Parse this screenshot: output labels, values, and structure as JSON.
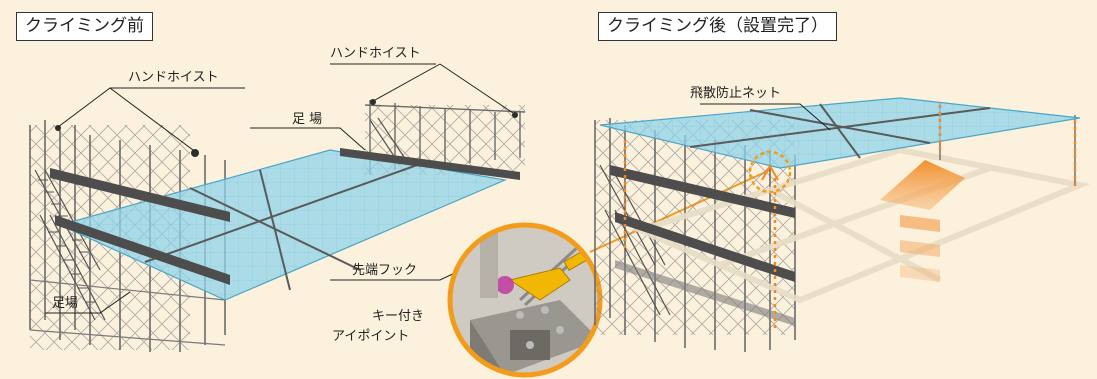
{
  "left_panel": {
    "title": "クライミング前",
    "labels": {
      "hand_hoist_left": "ハンドホイスト",
      "hand_hoist_right": "ハンドホイスト",
      "scaffold_top": "足 場",
      "scaffold_bottom": "足場",
      "tip_hook": "先端フック",
      "key_eyepoint_line1": "キー付き",
      "key_eyepoint_line2": "アイポイント"
    }
  },
  "right_panel": {
    "title": "クライミング後（設置完了）",
    "labels": {
      "debris_net": "飛散防止ネット"
    }
  },
  "colors": {
    "background": "#fbf1dc",
    "net_fill": "#8fd3ea",
    "scaffold": "#6b6b6b",
    "plank": "#5a5a5a",
    "leader": "#222222",
    "highlight_orange": "#f08a24",
    "detail_ring": "#f39c1c"
  }
}
